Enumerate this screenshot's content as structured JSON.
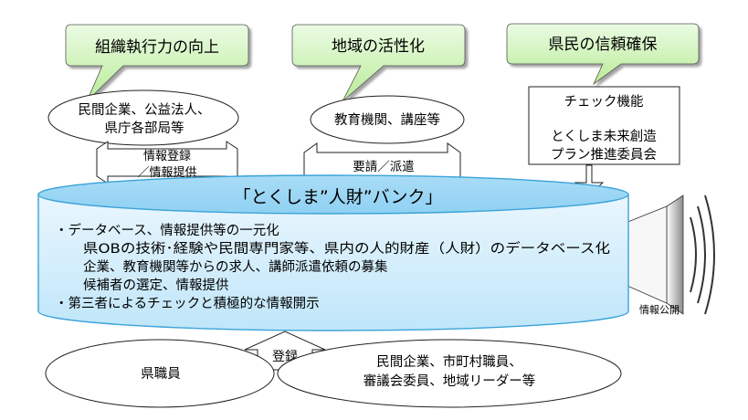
{
  "callouts": [
    {
      "text": "組織執行力の向上"
    },
    {
      "text": "地域の活性化"
    },
    {
      "text": "県民の信頼確保"
    }
  ],
  "top_ellipses": [
    {
      "lines": [
        "民間企業、公益法人、",
        "県庁各部局等"
      ]
    },
    {
      "lines": [
        "教育機関、講座等"
      ]
    }
  ],
  "check_box": {
    "lines": [
      "チェック機能",
      "",
      "とくしま未来創造",
      "プラン推進委員会"
    ]
  },
  "arrows": {
    "info": [
      "情報登録",
      "／情報提供"
    ],
    "request": [
      "要請／派遣"
    ],
    "register": [
      "登録"
    ]
  },
  "bank": {
    "title": "「とくしま”人財”バンク」",
    "bullets": [
      "・データベース、情報提供等の一元化",
      "県OBの技術･経験や民間専門家等、県内の人的財産（人財）のデータベース化",
      "企業、教育機関等からの求人、講師派遣依頼の募集",
      "候補者の選定、情報提供",
      "・第三者によるチェックと積極的な情報開示"
    ]
  },
  "speaker_label": "情報公開",
  "bottom_ellipses": [
    {
      "lines": [
        "県職員"
      ]
    },
    {
      "lines": [
        "民間企業、市町村職員、",
        "審議会委員、地域リーダー等"
      ]
    }
  ]
}
